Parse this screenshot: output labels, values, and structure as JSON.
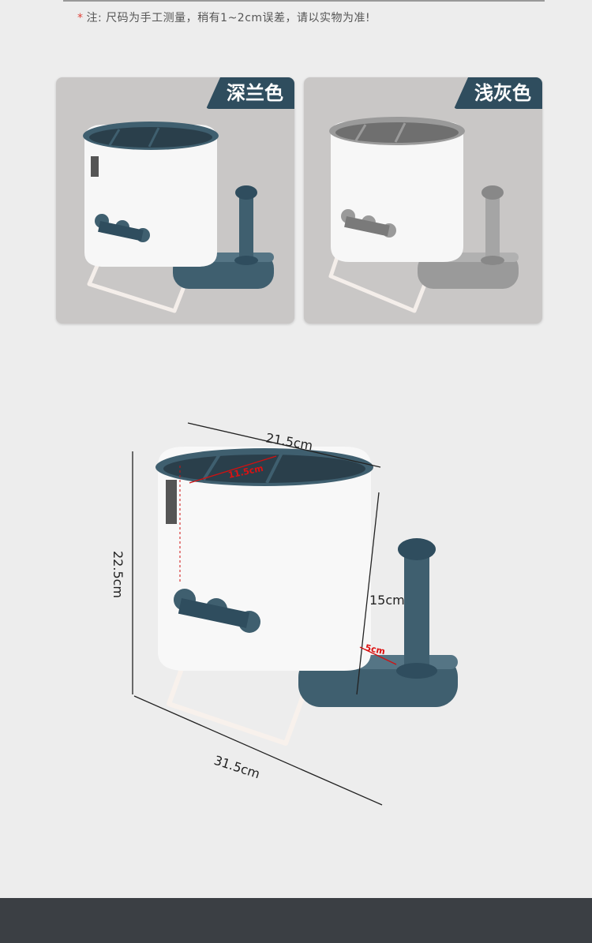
{
  "note": {
    "marker": "*",
    "text": "注:  尺码为手工测量，稍有1~2cm误差，请以实物为准!"
  },
  "variants": [
    {
      "name": "深兰色",
      "accent": "#3f5f6f"
    },
    {
      "name": "浅灰色",
      "accent": "#9a9a9a"
    }
  ],
  "dimensions": {
    "top_width": "21.5cm",
    "compartment": "11.5cm",
    "height_total": "22.5cm",
    "height_body": "15cm",
    "base_depth": "5cm",
    "total_width": "31.5cm"
  },
  "colors": {
    "background": "#ededed",
    "card": "#c9c7c6",
    "tag": "#2f4d5e",
    "footer": "#3b3f44",
    "measure_red": "#d11111"
  }
}
